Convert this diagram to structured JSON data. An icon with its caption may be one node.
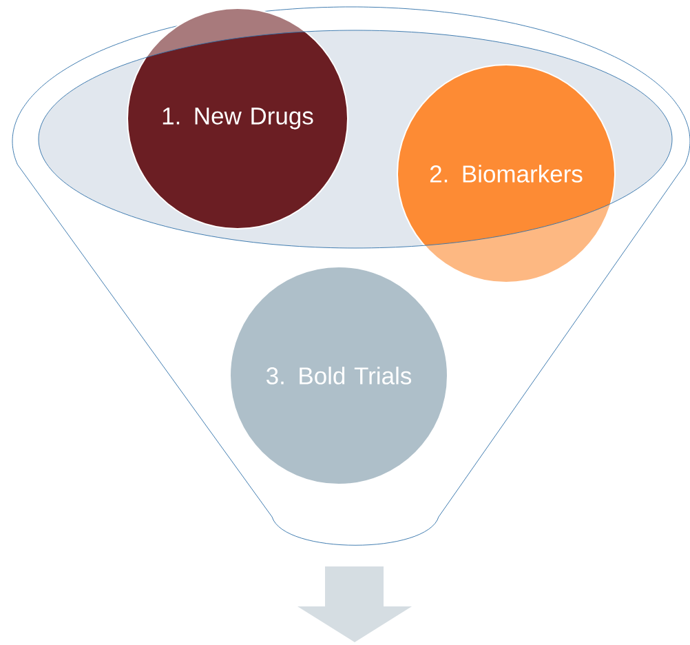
{
  "diagram": {
    "nodes": [
      {
        "text": [
          "1. New Drugs"
        ]
      },
      {
        "text": [
          "2. Biomarkers"
        ]
      },
      {
        "text": [
          "3. Bold Trials"
        ]
      }
    ],
    "edges": []
  }
}
